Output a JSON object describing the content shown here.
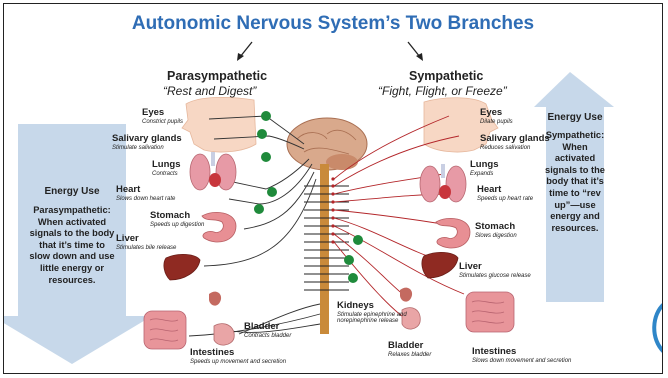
{
  "title": "Autonomic Nervous System’s Two Branches",
  "parasympathetic": {
    "heading": "Parasympathetic",
    "tagline": "“Rest and Digest”",
    "organs": [
      {
        "name": "Eyes",
        "action": "Constrict pupils"
      },
      {
        "name": "Salivary glands",
        "action": "Stimulate salivation"
      },
      {
        "name": "Lungs",
        "action": "Contracts"
      },
      {
        "name": "Heart",
        "action": "Slows down heart rate"
      },
      {
        "name": "Stomach",
        "action": "Speeds up digestion"
      },
      {
        "name": "Liver",
        "action": "Stimulates bile release"
      },
      {
        "name": "Bladder",
        "action": "Contracts bladder"
      },
      {
        "name": "Intestines",
        "action": "Speeds up movement and secretion"
      }
    ],
    "energy": {
      "title": "Energy Use",
      "text": "Parasympathetic: When activated signals to the body that it’s time to slow down and use little energy or resources."
    }
  },
  "sympathetic": {
    "heading": "Sympathetic",
    "tagline": "“Fight, Flight, or Freeze”",
    "organs": [
      {
        "name": "Eyes",
        "action": "Dilate pupils"
      },
      {
        "name": "Salivary glands",
        "action": "Reduces salivation"
      },
      {
        "name": "Lungs",
        "action": "Expands"
      },
      {
        "name": "Heart",
        "action": "Speeds up heart rate"
      },
      {
        "name": "Stomach",
        "action": "Slows digestion"
      },
      {
        "name": "Liver",
        "action": "Stimulates glucose release"
      },
      {
        "name": "Kidneys",
        "action": "Stimulate epinephrine and norepinephrine release"
      },
      {
        "name": "Bladder",
        "action": "Relaxes bladder"
      },
      {
        "name": "Intestines",
        "action": "Slows down movement and secretion"
      }
    ],
    "energy": {
      "title": "Energy Use",
      "text": "Sympathetic: When activated signals to the body that it’s time to “rev up”—use energy and resources."
    }
  },
  "colors": {
    "title": "#2f6db5",
    "arrow_fill": "#c7d8ea",
    "ganglion": "#1f8a3b",
    "nerve_red": "#b3262a",
    "spine": "#c98a3a"
  }
}
